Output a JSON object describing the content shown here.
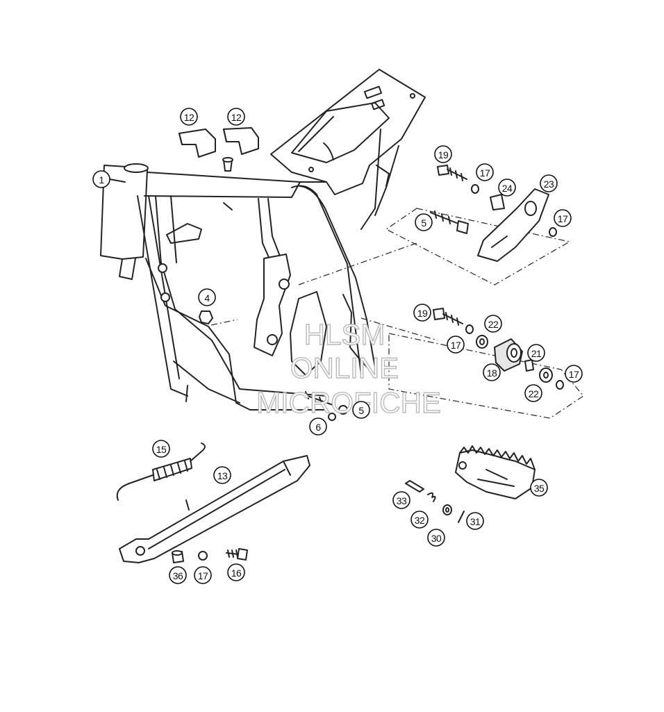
{
  "watermark": {
    "line1": "HLSM",
    "line2": "ONLINE",
    "line3": "MICROFICHE"
  },
  "callouts": [
    {
      "id": "c1",
      "label": "1"
    },
    {
      "id": "c12a",
      "label": "12"
    },
    {
      "id": "c12b",
      "label": "12"
    },
    {
      "id": "c4",
      "label": "4"
    },
    {
      "id": "c5a",
      "label": "5"
    },
    {
      "id": "c5b",
      "label": "5"
    },
    {
      "id": "c6",
      "label": "6"
    },
    {
      "id": "c19a",
      "label": "19"
    },
    {
      "id": "c17a",
      "label": "17"
    },
    {
      "id": "c24",
      "label": "24"
    },
    {
      "id": "c23",
      "label": "23"
    },
    {
      "id": "c17b",
      "label": "17"
    },
    {
      "id": "c19b",
      "label": "19"
    },
    {
      "id": "c22a",
      "label": "22"
    },
    {
      "id": "c17c",
      "label": "17"
    },
    {
      "id": "c21",
      "label": "21"
    },
    {
      "id": "c18",
      "label": "18"
    },
    {
      "id": "c22b",
      "label": "22"
    },
    {
      "id": "c17d",
      "label": "17"
    },
    {
      "id": "c15",
      "label": "15"
    },
    {
      "id": "c13",
      "label": "13"
    },
    {
      "id": "c36",
      "label": "36"
    },
    {
      "id": "c17e",
      "label": "17"
    },
    {
      "id": "c16",
      "label": "16"
    },
    {
      "id": "c35",
      "label": "35"
    },
    {
      "id": "c33",
      "label": "33"
    },
    {
      "id": "c32",
      "label": "32"
    },
    {
      "id": "c31",
      "label": "31"
    },
    {
      "id": "c30",
      "label": "30"
    }
  ]
}
